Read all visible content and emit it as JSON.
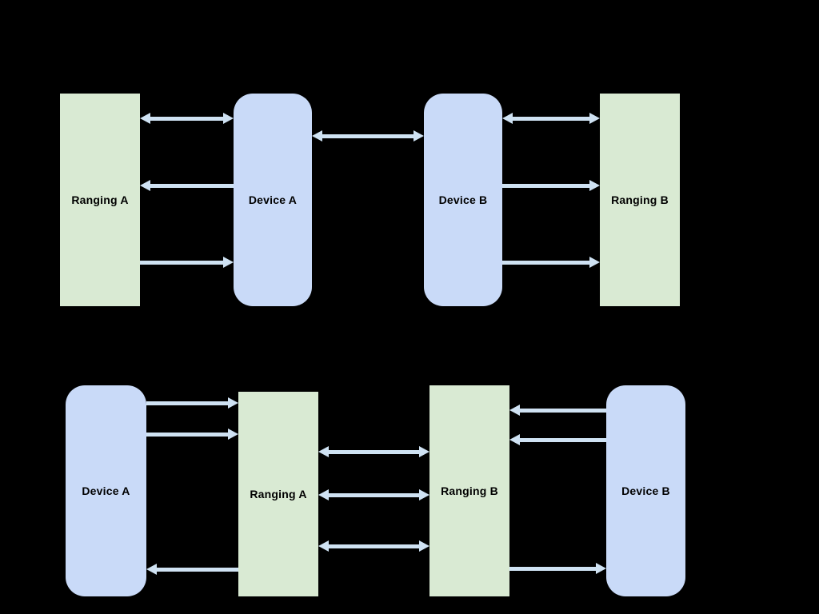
{
  "colors": {
    "background": "#000000",
    "ranging_box": "#d9ead3",
    "device_box": "#c9daf8",
    "arrow": "#cfe2f3",
    "label_text": "#000000"
  },
  "top_diagram": {
    "nodes": [
      {
        "id": "ranging-a",
        "label": "Ranging A",
        "kind": "ranging"
      },
      {
        "id": "device-a",
        "label": "Device A",
        "kind": "device"
      },
      {
        "id": "device-b",
        "label": "Device B",
        "kind": "device"
      },
      {
        "id": "ranging-b",
        "label": "Ranging B",
        "kind": "ranging"
      }
    ],
    "connections": [
      {
        "from": "ranging-a",
        "to": "device-a",
        "heads": "both"
      },
      {
        "from": "device-a",
        "to": "device-b",
        "heads": "both"
      },
      {
        "from": "device-a",
        "to": "ranging-a",
        "heads": "left"
      },
      {
        "from": "ranging-a",
        "to": "device-a",
        "heads": "right"
      },
      {
        "from": "device-b",
        "to": "ranging-b",
        "heads": "both"
      },
      {
        "from": "device-b",
        "to": "ranging-b",
        "heads": "right"
      },
      {
        "from": "device-b",
        "to": "ranging-b",
        "heads": "right"
      }
    ]
  },
  "bottom_diagram": {
    "nodes": [
      {
        "id": "device-a",
        "label": "Device A",
        "kind": "device"
      },
      {
        "id": "ranging-a",
        "label": "Ranging A",
        "kind": "ranging"
      },
      {
        "id": "ranging-b",
        "label": "Ranging B",
        "kind": "ranging"
      },
      {
        "id": "device-b",
        "label": "Device B",
        "kind": "device"
      }
    ],
    "connections": [
      {
        "from": "device-a",
        "to": "ranging-a",
        "heads": "right"
      },
      {
        "from": "device-a",
        "to": "ranging-a",
        "heads": "right"
      },
      {
        "from": "ranging-a",
        "to": "ranging-b",
        "heads": "both"
      },
      {
        "from": "ranging-a",
        "to": "ranging-b",
        "heads": "both"
      },
      {
        "from": "ranging-a",
        "to": "ranging-b",
        "heads": "both"
      },
      {
        "from": "device-b",
        "to": "ranging-b",
        "heads": "left"
      },
      {
        "from": "device-b",
        "to": "ranging-b",
        "heads": "left"
      },
      {
        "from": "ranging-a",
        "to": "device-a",
        "heads": "left"
      },
      {
        "from": "ranging-b",
        "to": "device-b",
        "heads": "right"
      }
    ]
  }
}
